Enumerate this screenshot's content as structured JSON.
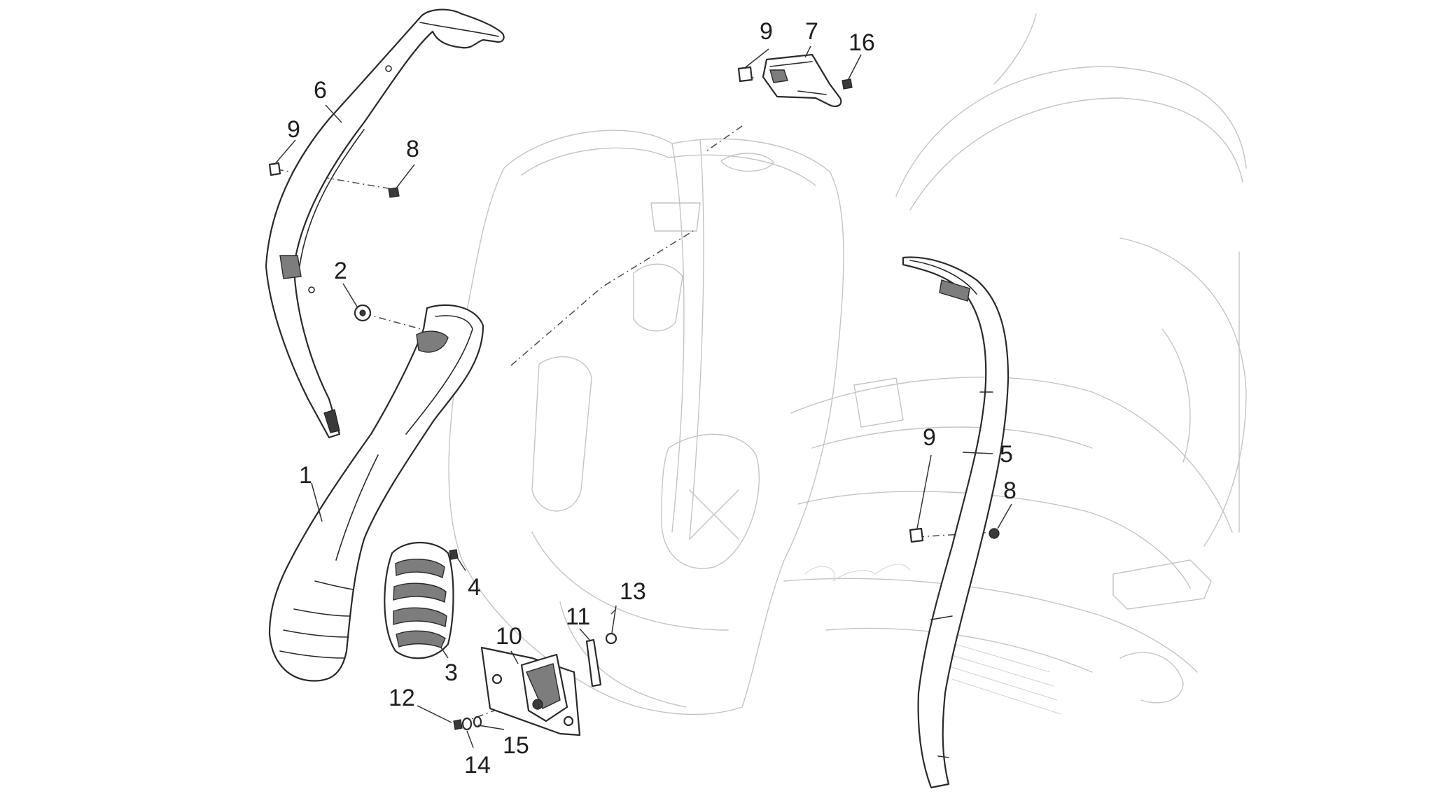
{
  "callouts": [
    {
      "id": "c1",
      "text": "1"
    },
    {
      "id": "c2",
      "text": "2"
    },
    {
      "id": "c3",
      "text": "3"
    },
    {
      "id": "c4",
      "text": "4"
    },
    {
      "id": "c5",
      "text": "5"
    },
    {
      "id": "c6",
      "text": "6"
    },
    {
      "id": "c7",
      "text": "7"
    },
    {
      "id": "c8a",
      "text": "8"
    },
    {
      "id": "c8b",
      "text": "8"
    },
    {
      "id": "c9a",
      "text": "9"
    },
    {
      "id": "c9b",
      "text": "9"
    },
    {
      "id": "c9c",
      "text": "9"
    },
    {
      "id": "c10",
      "text": "10"
    },
    {
      "id": "c11",
      "text": "11"
    },
    {
      "id": "c12",
      "text": "12"
    },
    {
      "id": "c13",
      "text": "13"
    },
    {
      "id": "c14",
      "text": "14"
    },
    {
      "id": "c15",
      "text": "15"
    },
    {
      "id": "c16",
      "text": "16"
    }
  ]
}
